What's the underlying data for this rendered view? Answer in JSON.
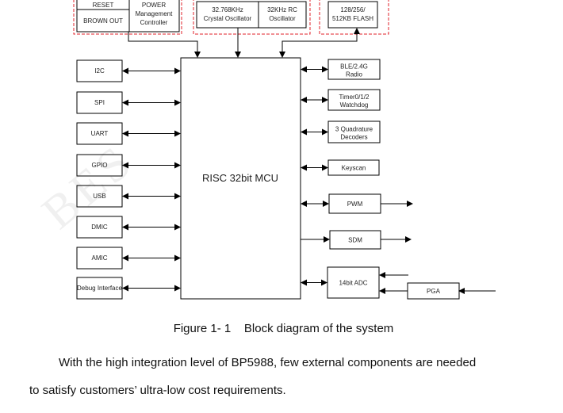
{
  "diagram": {
    "top": {
      "reset": "RESET",
      "brown_out": "BROWN OUT",
      "power": [
        "POWER",
        "Management",
        "Controller"
      ],
      "crystal": [
        "32.768KHz",
        "Crystal Oscillator"
      ],
      "rc": [
        "32KHz RC",
        "Oscillator"
      ],
      "flash": [
        "128/256/",
        "512KB FLASH"
      ]
    },
    "mcu": "RISC 32bit MCU",
    "left": [
      "I2C",
      "SPI",
      "UART",
      "GPIO",
      "USB",
      "DMIC",
      "AMIC",
      "Debug Interface"
    ],
    "right": {
      "ble": [
        "BLE/2.4G",
        "Radio"
      ],
      "timer": [
        "Timer0/1/2",
        "Watchdog"
      ],
      "quad": [
        "3 Quadrature",
        "Decoders"
      ],
      "keyscan": "Keyscan",
      "pwm": "PWM",
      "sdm": "SDM",
      "adc": "14bit ADC",
      "pga": "PGA"
    },
    "colors": {
      "dashed_border": "#e0202a",
      "line": "#000000"
    }
  },
  "caption": "Figure 1- 1    Block diagram of the system",
  "paragraph": [
    "With the high integration level of BP5988, few external components are needed",
    "to satisfy customers’ ultra-low cost requirements."
  ]
}
